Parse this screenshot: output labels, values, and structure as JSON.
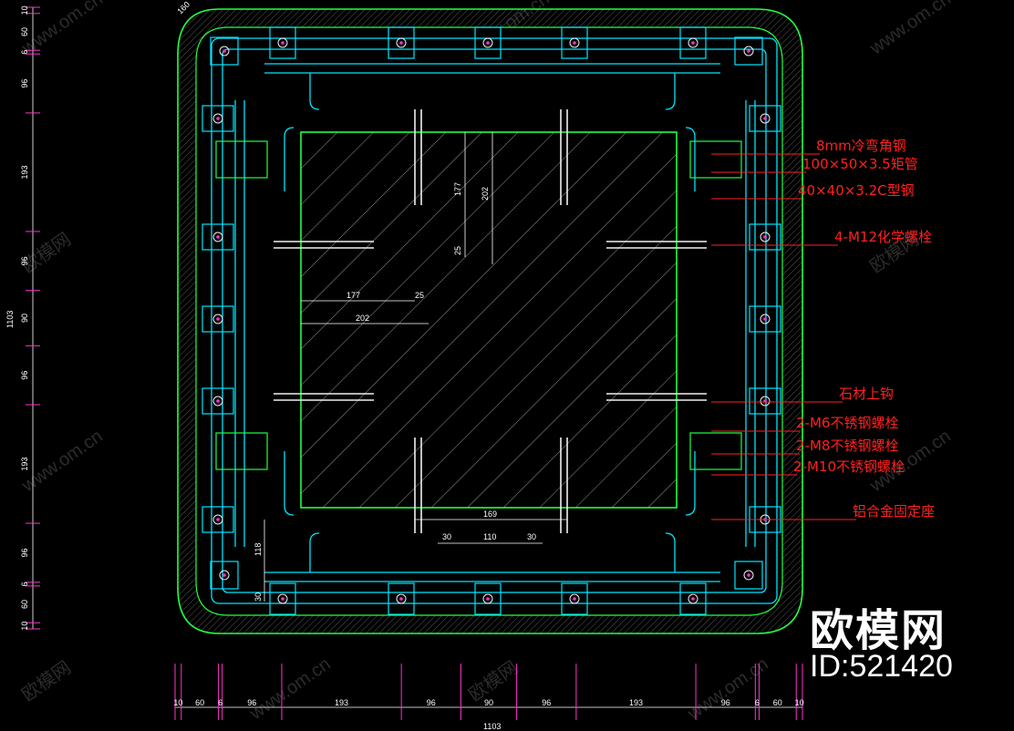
{
  "annotations": [
    "8mm冷弯角钢",
    "100×50×3.5矩管",
    "40×40×3.2C型钢",
    "4-M12化学螺栓",
    "石材上钩",
    "2-M6不锈钢螺栓",
    "2-M8不锈钢螺栓",
    "2-M10不锈钢螺栓",
    "铝合金固定座"
  ],
  "bottom_dims": [
    "10",
    "60",
    "6",
    "96",
    "193",
    "96",
    "90",
    "96",
    "193",
    "96",
    "6",
    "60",
    "10"
  ],
  "bottom_total": "1103",
  "left_dims": [
    "10",
    "60",
    "6",
    "96",
    "193",
    "96",
    "90",
    "96",
    "193",
    "96",
    "6",
    "60",
    "10"
  ],
  "left_total": "1103",
  "inner_dims": {
    "h_inner": "177",
    "h_outer": "202",
    "h_small": "25",
    "v_inner": "177",
    "v_outer": "202",
    "v_small": "25",
    "b_169": "169",
    "b_110": "110",
    "b_30a": "30",
    "b_30b": "30",
    "l_118": "118",
    "l_30": "30",
    "corner": "160"
  },
  "watermarks": [
    "www.om.cn",
    "欧模网"
  ],
  "brand": "欧模网",
  "image_id": "ID:521420",
  "colors": {
    "background": "#000000",
    "steel": "#00e5ff",
    "outline": "#22ff44",
    "annotation": "#ff2020",
    "dim": "#ffffff",
    "mark": "#ff33cc"
  }
}
